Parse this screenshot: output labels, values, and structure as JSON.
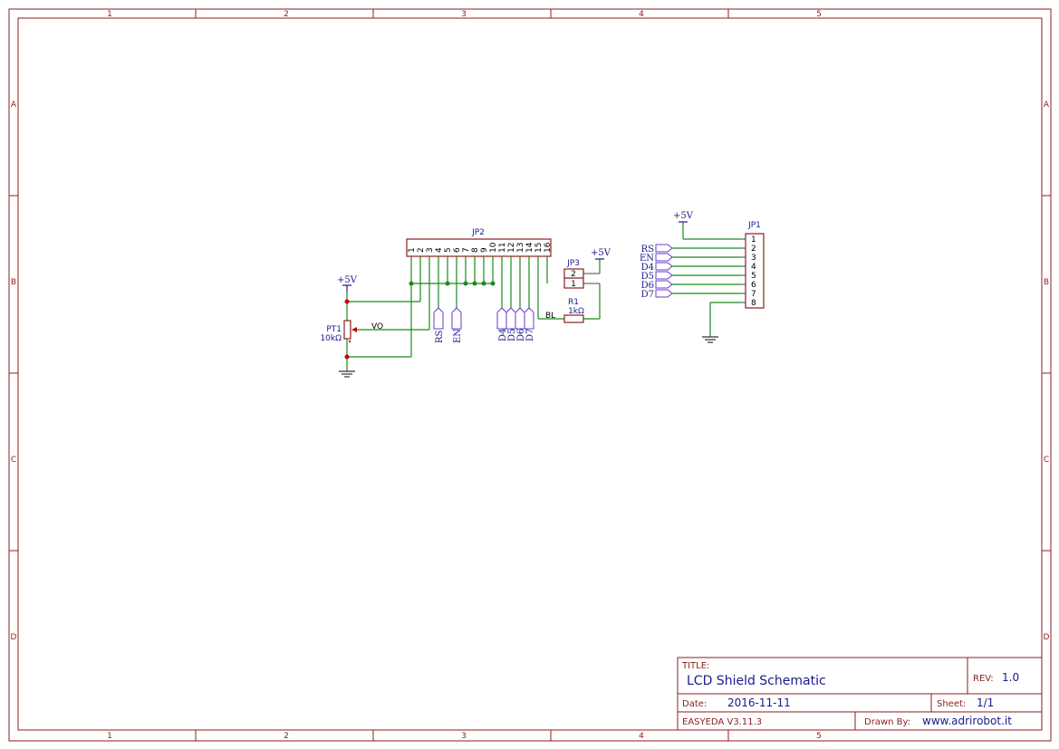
{
  "frame": {
    "columns": [
      "1",
      "2",
      "3",
      "4",
      "5"
    ],
    "rows": [
      "A",
      "B",
      "C",
      "D"
    ]
  },
  "title_block": {
    "title_label": "TITLE:",
    "title_value": "LCD Shield Schematic",
    "rev_label": "REV:",
    "rev_value": "1.0",
    "date_label": "Date:",
    "date_value": "2016-11-11",
    "sheet_label": "Sheet:",
    "sheet_value": "1/1",
    "software": "EASYEDA V3.11.3",
    "drawn_label": "Drawn By:",
    "drawn_value": "www.adrirobot.it"
  },
  "jp2": {
    "ref": "JP2",
    "pins": [
      "1",
      "2",
      "3",
      "4",
      "5",
      "6",
      "7",
      "8",
      "9",
      "10",
      "11",
      "12",
      "13",
      "14",
      "15",
      "16"
    ]
  },
  "jp3": {
    "ref": "JP3",
    "pins": [
      "2",
      "1"
    ]
  },
  "jp1": {
    "ref": "JP1",
    "pins": [
      "1",
      "2",
      "3",
      "4",
      "5",
      "6",
      "7",
      "8"
    ]
  },
  "r1": {
    "ref": "R1",
    "value": "1kΩ"
  },
  "pt1": {
    "ref": "PT1",
    "value": "10kΩ"
  },
  "power": {
    "plus5v": "+5V"
  },
  "nets": {
    "vo": "VO",
    "bl": "BL",
    "jp2_flags": [
      "RS",
      "EN",
      "D4",
      "D5",
      "D6",
      "D7"
    ],
    "jp1_flags": [
      "RS",
      "EN",
      "D4",
      "D5",
      "D6",
      "D7"
    ]
  }
}
